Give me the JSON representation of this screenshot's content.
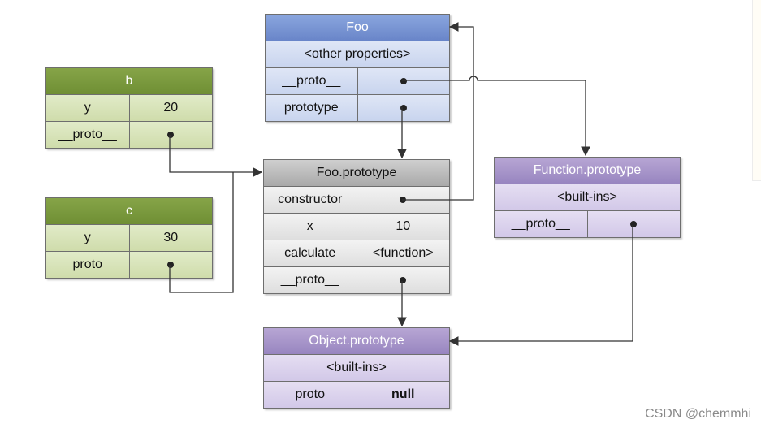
{
  "boxes": {
    "b": {
      "title": "b",
      "y_label": "y",
      "y_value": "20",
      "proto_label": "__proto__"
    },
    "c": {
      "title": "c",
      "y_label": "y",
      "y_value": "30",
      "proto_label": "__proto__"
    },
    "foo": {
      "title": "Foo",
      "other": "<other properties>",
      "proto_label": "__proto__",
      "prototype_label": "prototype"
    },
    "foo_prototype": {
      "title": "Foo.prototype",
      "constructor_label": "constructor",
      "x_label": "x",
      "x_value": "10",
      "calculate_label": "calculate",
      "calculate_value": "<function>",
      "proto_label": "__proto__"
    },
    "function_prototype": {
      "title": "Function.prototype",
      "builtins": "<built-ins>",
      "proto_label": "__proto__"
    },
    "object_prototype": {
      "title": "Object.prototype",
      "builtins": "<built-ins>",
      "proto_label": "__proto__",
      "proto_value": "null"
    }
  },
  "colors": {
    "green": "#6f8f34",
    "blue": "#6985c9",
    "gray": "#a9a9a9",
    "purple": "#9885c0",
    "wire": "#333333"
  },
  "watermark": "CSDN @chemmhi"
}
